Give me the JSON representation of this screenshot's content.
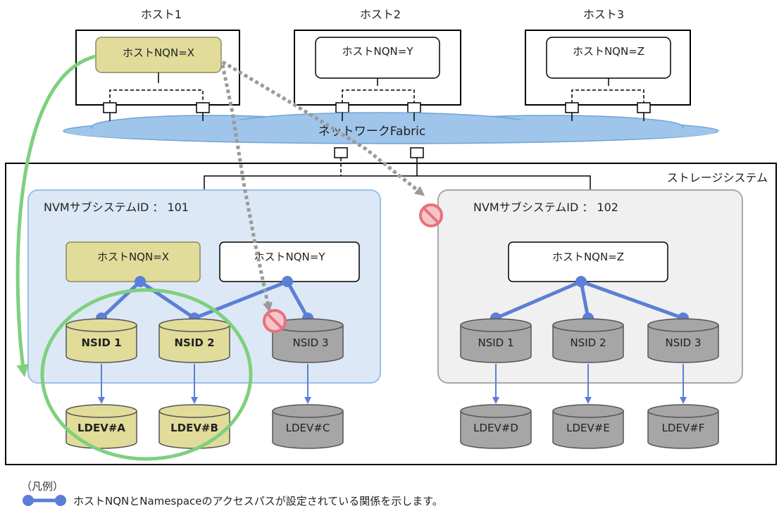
{
  "hosts": [
    {
      "title": "ホスト1",
      "nqn": "ホストNQN=X"
    },
    {
      "title": "ホスト2",
      "nqn": "ホストNQN=Y"
    },
    {
      "title": "ホスト3",
      "nqn": "ホストNQN=Z"
    }
  ],
  "network": {
    "label": "ネットワークFabric"
  },
  "storage": {
    "label": "ストレージシステム",
    "subsystems": [
      {
        "label": "NVMサブシステムID ： 101",
        "host_nqns": [
          "ホストNQN=X",
          "ホストNQN=Y"
        ],
        "namespaces": [
          "NSID 1",
          "NSID 2",
          "NSID 3"
        ],
        "ldevs": [
          "LDEV#A",
          "LDEV#B",
          "LDEV#C"
        ]
      },
      {
        "label": "NVMサブシステムID ： 102",
        "host_nqns": [
          "ホストNQN=Z"
        ],
        "namespaces": [
          "NSID 1",
          "NSID 2",
          "NSID 3"
        ],
        "ldevs": [
          "LDEV#D",
          "LDEV#E",
          "LDEV#F"
        ]
      }
    ]
  },
  "legend": {
    "title": "（凡例）",
    "path_text": "ホストNQNとNamespaceのアクセスパスが設定されている関係を示します。"
  },
  "colors": {
    "accessible_fill": "#e1dc9a",
    "inaccessible_fill": "#a6a6a6",
    "path_blue": "#5b7fd6",
    "highlight_green": "#7ed07e",
    "subsystem1_bg": "#dce8f6",
    "subsystem2_bg": "#f0f0f0",
    "cloud_blue": "#9fc5ea",
    "deny_red": "#e8707c"
  }
}
